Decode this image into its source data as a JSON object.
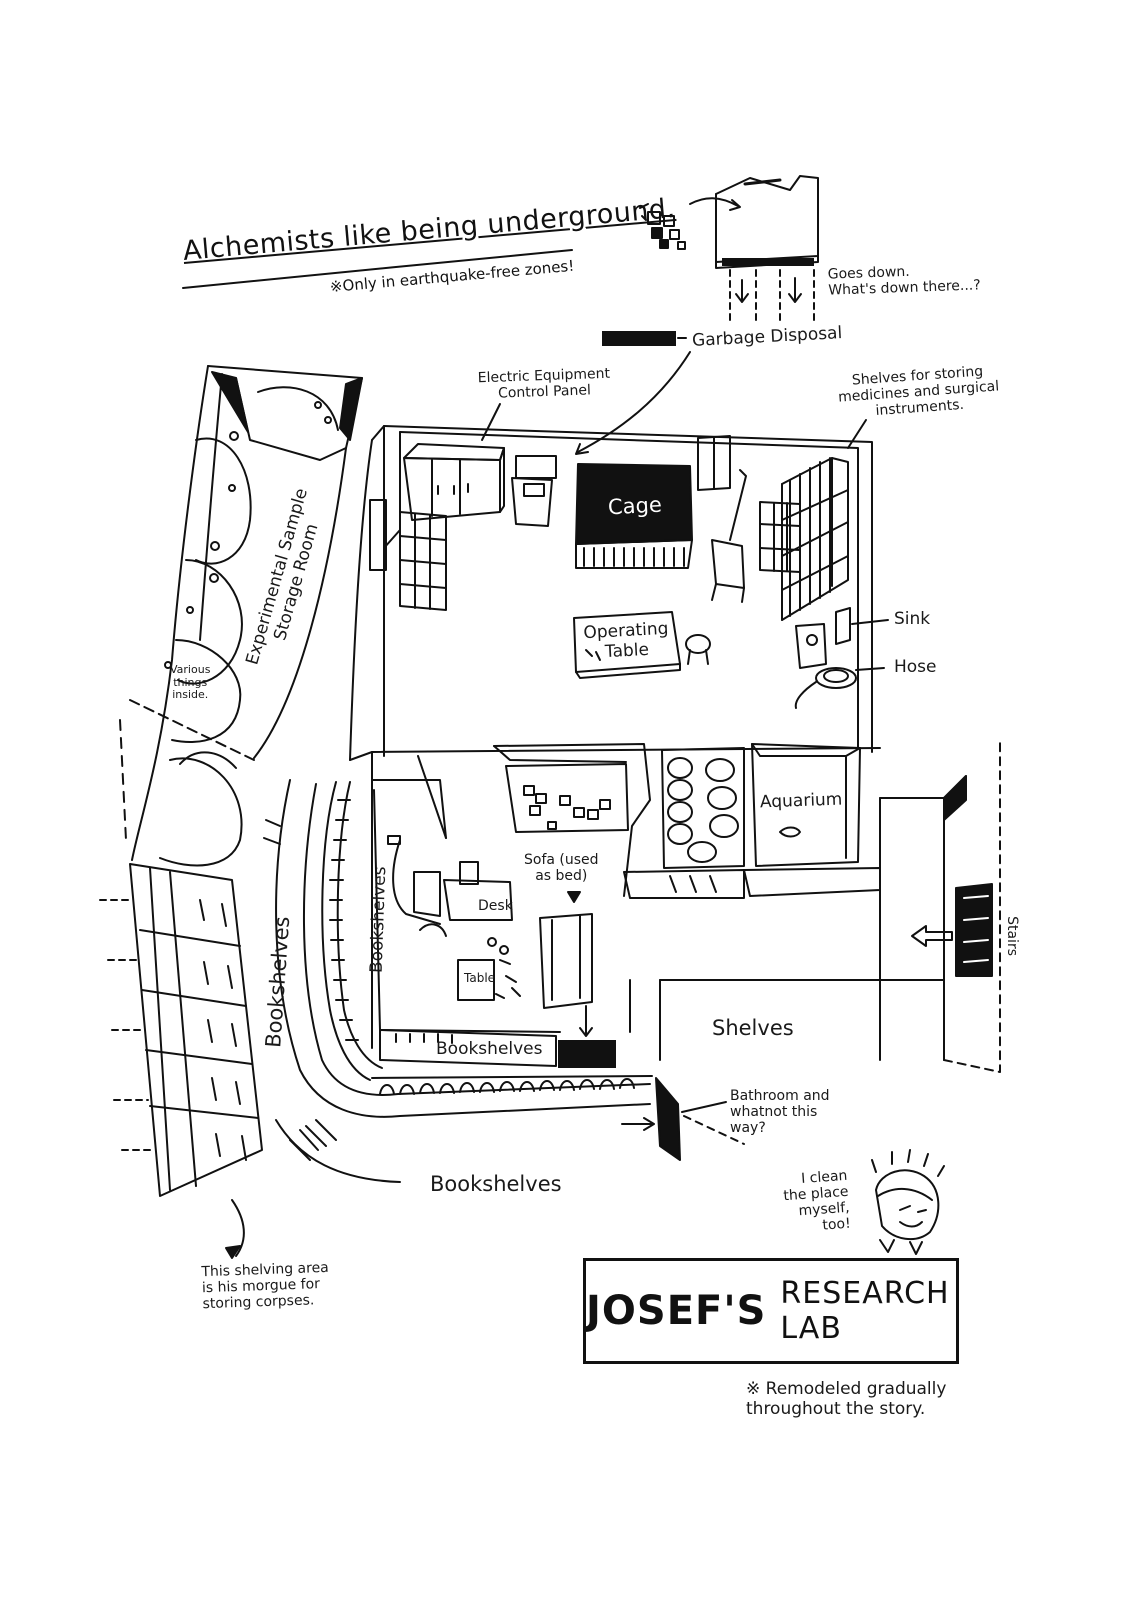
{
  "header": {
    "title": "Alchemists like being underground.",
    "note": "※Only in earthquake-free zones!"
  },
  "garbage": {
    "label": "Garbage Disposal",
    "goes_down": "Goes down.\nWhat's down there...?"
  },
  "lab_labels": {
    "electric_panel": "Electric Equipment\nControl Panel",
    "shelves_medicine": "Shelves for storing\nmedicines and surgical\ninstruments.",
    "cage": "Cage",
    "operating_table": "Operating\nTable",
    "sink": "Sink",
    "hose": "Hose",
    "storage_room": "Experimental Sample\nStorage Room",
    "various_things": "Various\nthings\ninside.",
    "aquarium": "Aquarium",
    "sofa": "Sofa (used\nas bed)",
    "desk": "Desk",
    "table": "Table",
    "bookshelves_inner_vertical": "Bookshelves",
    "bookshelves_inner_bottom": "Bookshelves",
    "bookshelves_outer_vertical": "Bookshelves",
    "bookshelves_outer_bottom": "Bookshelves",
    "shelves": "Shelves",
    "stairs": "Stairs",
    "bathroom": "Bathroom and\nwhatnot this\nway?",
    "morgue": "This shelving area\nis his morgue for\nstoring corpses.",
    "self_clean": "I clean\nthe place\nmyself,\ntoo!"
  },
  "title_box": {
    "main": "JOSEF'S",
    "sub": "RESEARCH LAB"
  },
  "footnote": "※ Remodeled gradually\nthroughout the story."
}
